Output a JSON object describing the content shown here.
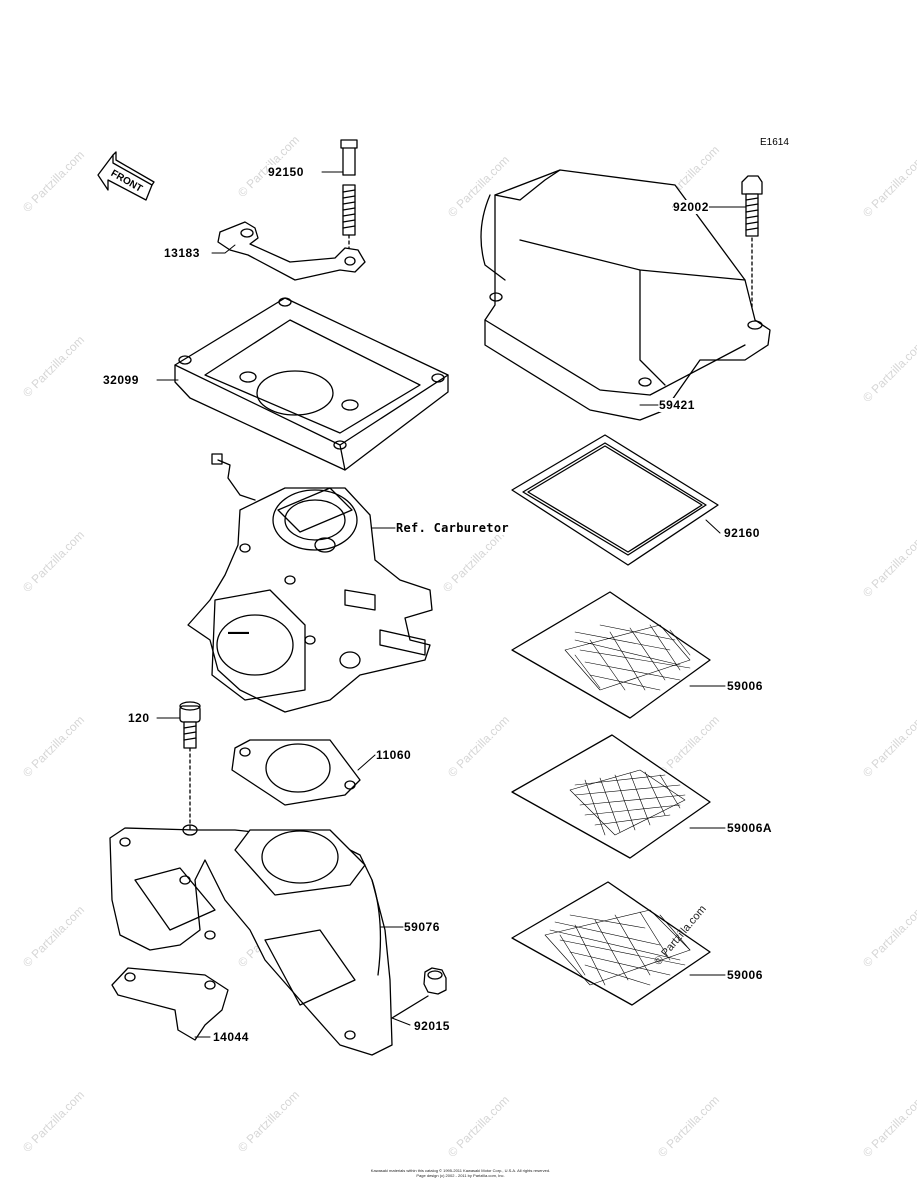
{
  "diagram": {
    "code": "E1614",
    "front_label": "FRONT",
    "parts": [
      {
        "id": "92150",
        "label": "92150"
      },
      {
        "id": "13183",
        "label": "13183"
      },
      {
        "id": "32099",
        "label": "32099"
      },
      {
        "id": "ref-carburetor",
        "label": "Ref. Carburetor"
      },
      {
        "id": "120",
        "label": "120"
      },
      {
        "id": "11060",
        "label": "11060"
      },
      {
        "id": "59076",
        "label": "59076"
      },
      {
        "id": "92015",
        "label": "92015"
      },
      {
        "id": "14044",
        "label": "14044"
      },
      {
        "id": "92002",
        "label": "92002"
      },
      {
        "id": "59421",
        "label": "59421"
      },
      {
        "id": "92160",
        "label": "92160"
      },
      {
        "id": "59006-a",
        "label": "59006"
      },
      {
        "id": "59006A",
        "label": "59006A"
      },
      {
        "id": "59006-b",
        "label": "59006"
      }
    ],
    "watermark": "© Partzilla.com",
    "copyright_lines": [
      "Kawasaki materials within this catalog © 1995-2011 Kawasaki Motor Corp., U.S.A. All rights reserved.",
      "Page design (c) 2002 - 2011 by Partzilla.com, Inc."
    ]
  }
}
